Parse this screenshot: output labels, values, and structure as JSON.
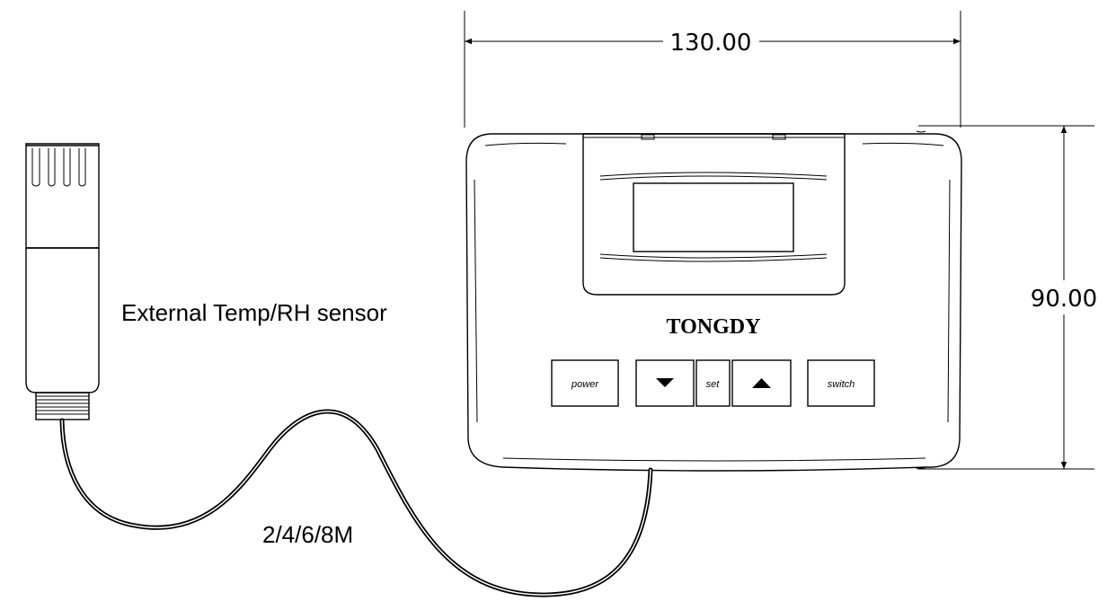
{
  "dimensions": {
    "width": "130.00",
    "height": "90.00"
  },
  "labels": {
    "sensor": "External Temp/RH sensor",
    "cable_length": "2/4/6/8M",
    "brand": "TONGDY"
  },
  "buttons": {
    "power": "power",
    "down": "",
    "set": "set",
    "up": "",
    "switch": "switch"
  }
}
